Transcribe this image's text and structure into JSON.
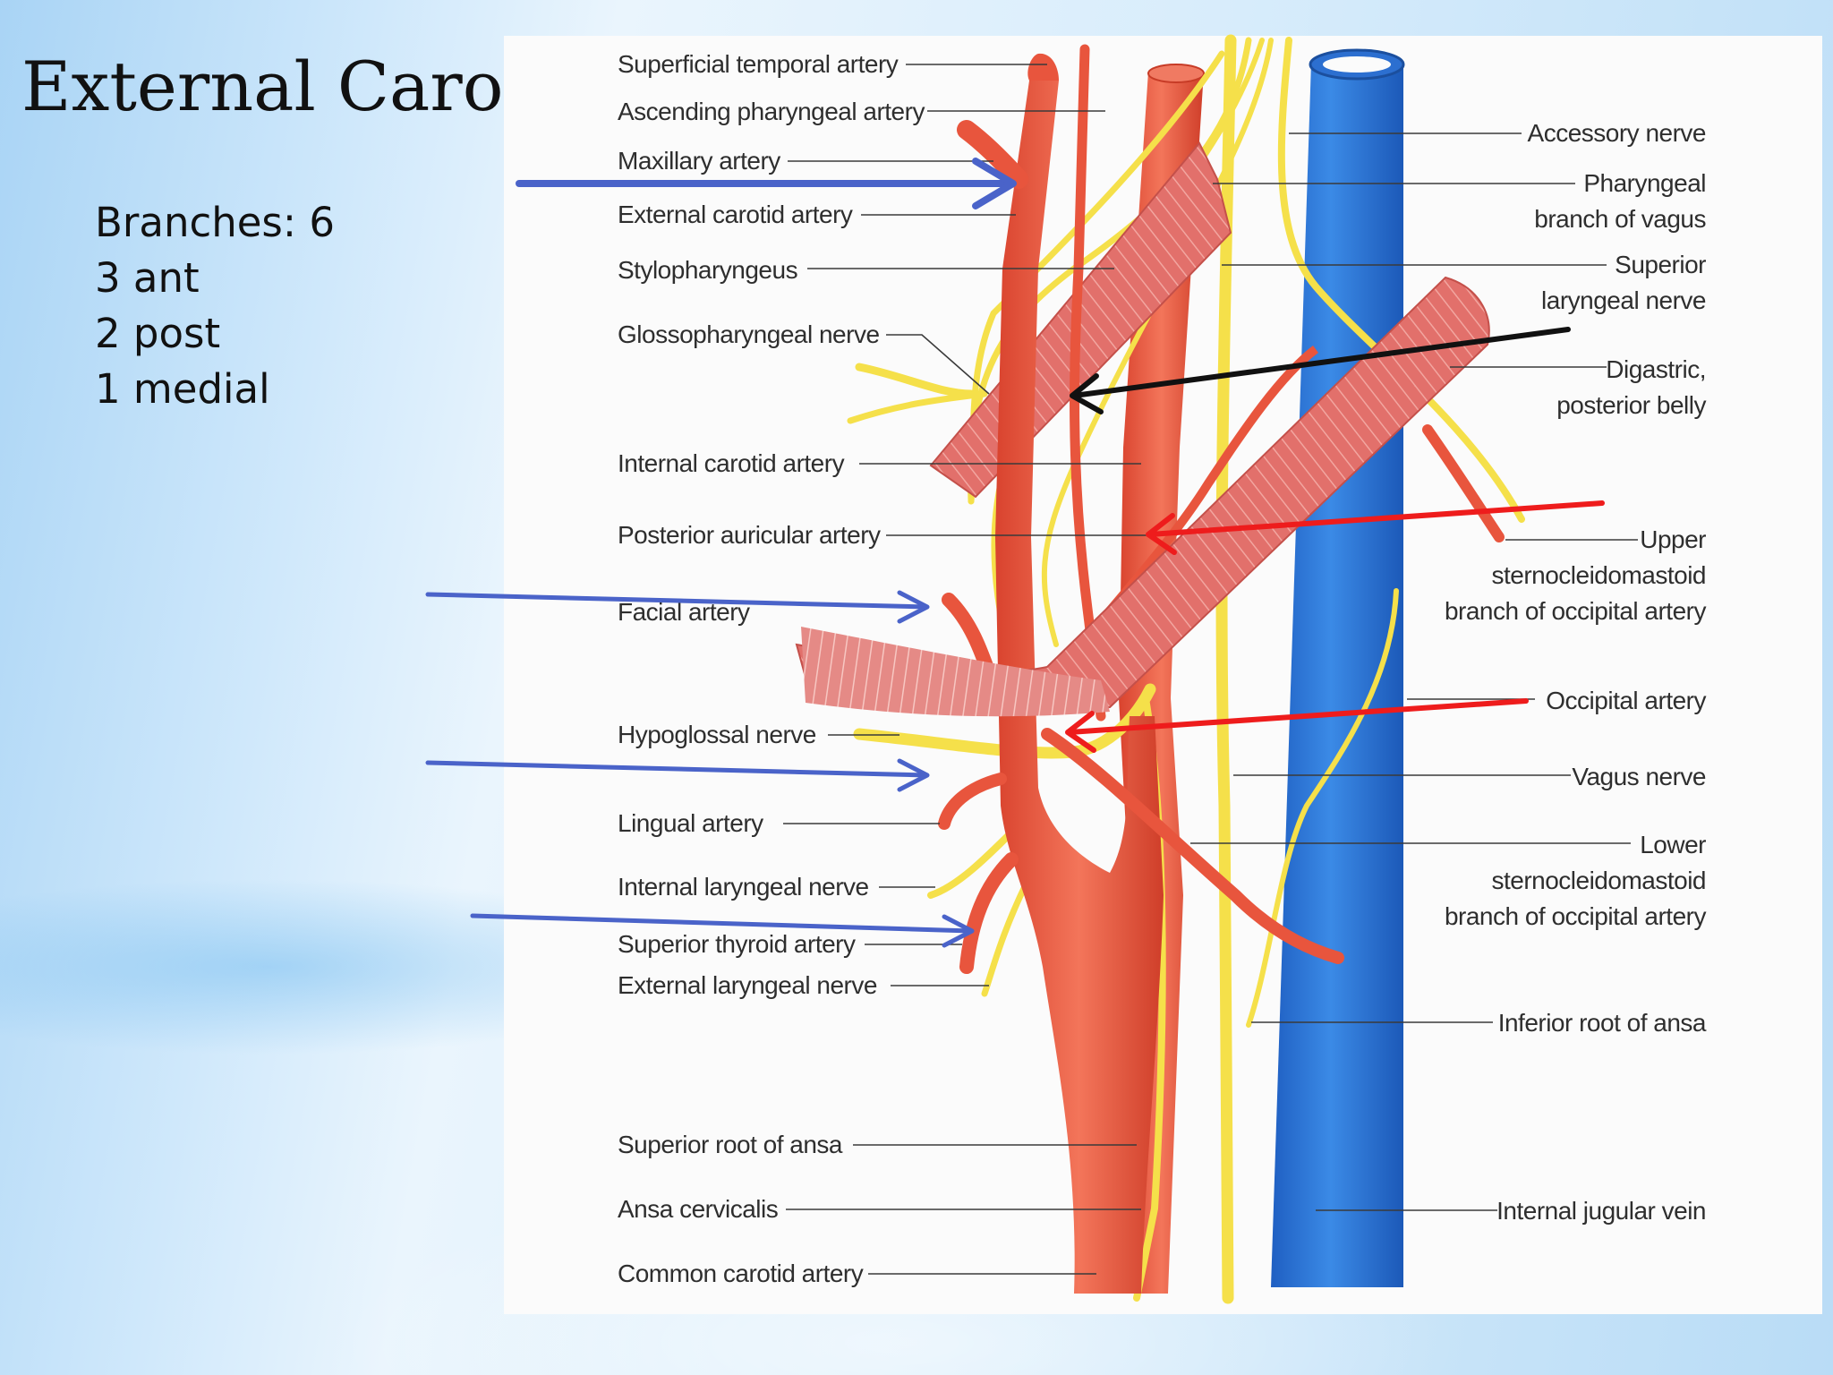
{
  "slide": {
    "title": "External Carotid a",
    "info_lines": [
      "Branches: 6",
      "3 ant",
      "2 post",
      "1 medial"
    ]
  },
  "diagram": {
    "left_labels": [
      "Superficial temporal artery",
      "Ascending pharyngeal artery",
      "Maxillary artery",
      "External carotid artery",
      "Stylopharyngeus",
      "Glossopharyngeal nerve",
      "Internal carotid artery",
      "Posterior auricular artery",
      "Facial artery",
      "Hypoglossal nerve",
      "Lingual artery",
      "Internal laryngeal nerve",
      "Superior thyroid artery",
      "External laryngeal nerve",
      "Superior root of ansa",
      "Ansa cervicalis",
      "Common carotid artery"
    ],
    "right_labels": [
      "Accessory nerve",
      "Pharyngeal branch of vagus",
      "Superior laryngeal nerve",
      "Digastric, posterior belly",
      "Upper sternocleidomastoid branch of occipital artery",
      "Occipital artery",
      "Vagus nerve",
      "Lower sternocleidomastoid branch of occipital artery",
      "Inferior root of ansa",
      "Internal jugular vein"
    ],
    "right_label_lines": [
      [
        "Accessory nerve"
      ],
      [
        "Pharyngeal",
        "branch of vagus"
      ],
      [
        "Superior",
        "laryngeal nerve"
      ],
      [
        "Digastric,",
        "posterior belly"
      ],
      [
        "Upper",
        "sternocleidomastoid",
        "branch of occipital artery"
      ],
      [
        "Occipital artery"
      ],
      [
        "Vagus nerve"
      ],
      [
        "Lower",
        "sternocleidomastoid",
        "branch of occipital artery"
      ],
      [
        "Inferior root of ansa"
      ],
      [
        "Internal jugular vein"
      ]
    ],
    "colors": {
      "artery": "#e8553d",
      "artery_dark": "#c73b26",
      "vein": "#2f78d8",
      "nerve": "#f5e04a",
      "muscle": "#e06a66",
      "panel": "#fbfbfb",
      "arrow_blue": "#4a63c9",
      "arrow_red": "#ee1c1c",
      "arrow_black": "#111111"
    },
    "arrows": [
      {
        "name": "maxillary-arrow",
        "color": "blue"
      },
      {
        "name": "facial-arrow",
        "color": "blue"
      },
      {
        "name": "lingual-arrow",
        "color": "blue"
      },
      {
        "name": "superior-thyroid-arrow",
        "color": "blue"
      },
      {
        "name": "ascending-pharyngeal-arrow",
        "color": "black"
      },
      {
        "name": "posterior-auricular-arrow",
        "color": "red"
      },
      {
        "name": "occipital-arrow",
        "color": "red"
      }
    ]
  }
}
